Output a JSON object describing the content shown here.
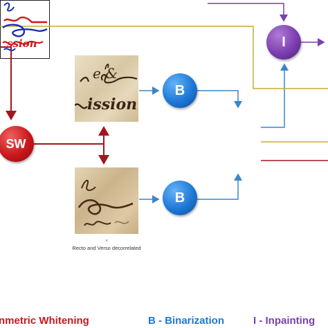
{
  "nodes": {
    "sw": {
      "label": "SW",
      "color": "#c8181c"
    },
    "b_recto": {
      "label": "B",
      "color": "#1e78d6"
    },
    "b_verso": {
      "label": "B",
      "color": "#1e78d6"
    },
    "i": {
      "label": "I",
      "color": "#7b3fb0"
    }
  },
  "images": {
    "recto_text_top": "e &",
    "recto_text_bottom": "ission",
    "result_text_bottom": "ssion",
    "caption_mark": "×",
    "caption": "Recto and Verso decorrelated"
  },
  "legend": {
    "sw": "nmetric Whitening",
    "b": "B - Binarization",
    "i": "I - Inpainting"
  },
  "colors": {
    "red_line": "#a3161f",
    "blue_line": "#3a86c8",
    "gold_line": "#c9a93a",
    "purple_line": "#7b3fb0"
  }
}
